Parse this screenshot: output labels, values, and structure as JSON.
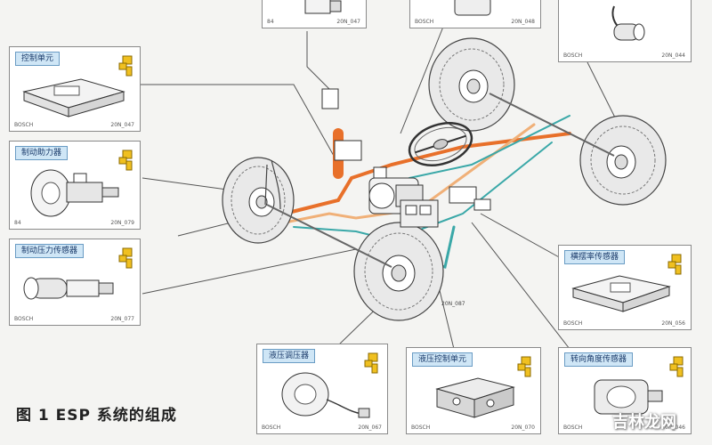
{
  "caption": "图 1 ESP 系统的组成",
  "watermark": "吉林龙网",
  "cards": {
    "top_left": {
      "brand": "84",
      "code": "20N_047"
    },
    "top_mid": {
      "brand": "BOSCH",
      "code": "20N_048"
    },
    "top_right": {
      "brand": "BOSCH",
      "code": "20N_044"
    },
    "control_unit": {
      "title": "控制单元",
      "brand": "BOSCH",
      "code": "20N_047"
    },
    "brake_booster": {
      "title": "制动助力器",
      "brand": "84",
      "code": "20N_079"
    },
    "pressure_sensor": {
      "title": "制动压力传感器",
      "brand": "BOSCH",
      "code": "20N_077"
    },
    "yaw_sensor": {
      "title": "横摆率传感器",
      "brand": "BOSCH",
      "code": "20N_056"
    },
    "pump": {
      "title": "液压调压器",
      "brand": "BOSCH",
      "code": "20N_067"
    },
    "hydraulic_unit": {
      "title": "液压控制单元",
      "brand": "BOSCH",
      "code": "20N_070"
    },
    "steering_sensor": {
      "title": "转向角度传感器",
      "brand": "BOSCH",
      "code": "20N_046"
    }
  },
  "center_code": "20N_087",
  "colors": {
    "orange_line": "#e8702a",
    "light_orange": "#f0b078",
    "teal_line": "#3aa8a8",
    "title_bg": "#cfe6f6",
    "title_border": "#6a9cc4",
    "key_yellow": "#f0c020"
  }
}
